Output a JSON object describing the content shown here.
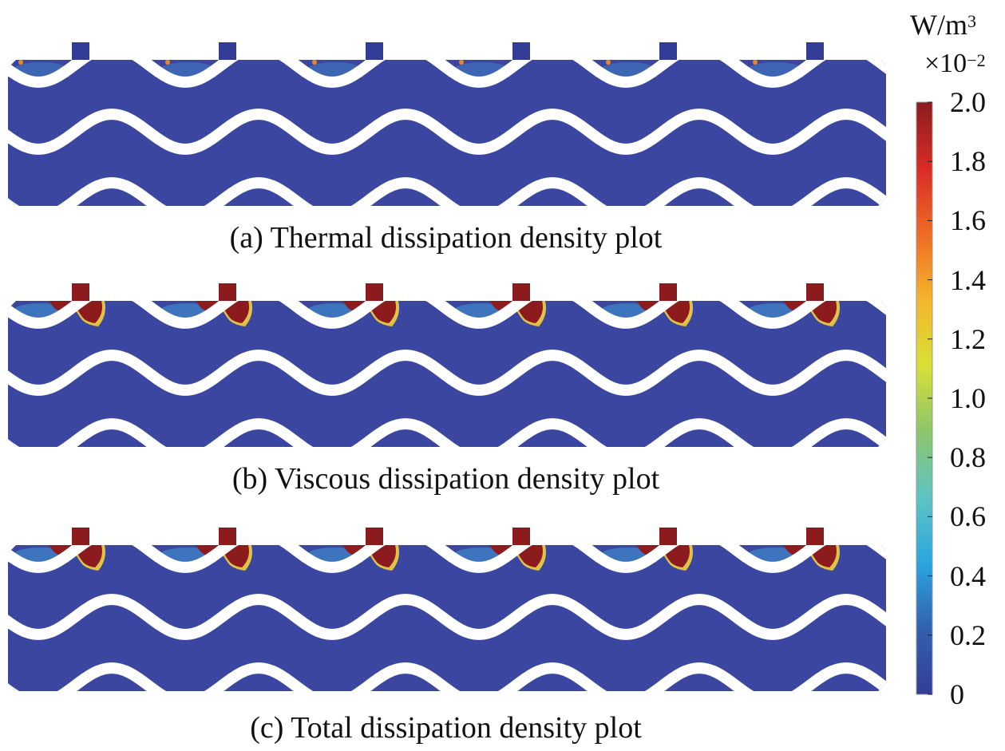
{
  "chart_data": {
    "type": "heatmap",
    "title": "",
    "colorbar": {
      "unit_base": "W/m",
      "unit_exp": "3",
      "scale_base": "×10",
      "scale_exp": "−2",
      "range": [
        0,
        2.0
      ],
      "tick_labels": [
        "2.0",
        "1.8",
        "1.6",
        "1.4",
        "1.2",
        "1.0",
        "0.8",
        "0.6",
        "0.4",
        "0.2",
        "0"
      ],
      "tick_values": [
        2.0,
        1.8,
        1.6,
        1.4,
        1.2,
        1.0,
        0.8,
        0.6,
        0.4,
        0.2,
        0
      ],
      "colors": [
        "#343d96",
        "#3161b0",
        "#2aa6df",
        "#5ec4c4",
        "#8cc66a",
        "#d9e035",
        "#f5b52a",
        "#ef6b24",
        "#d92b26",
        "#8c1b1e"
      ]
    },
    "panels": [
      {
        "caption": "(a) Thermal dissipation density plot",
        "inlet_level": 0.0,
        "hotspot_level": 0.0,
        "background_level": 0.05
      },
      {
        "caption": "(b) Viscous dissipation density plot",
        "inlet_level": 2.0,
        "hotspot_level": 2.0,
        "background_level": 0.02
      },
      {
        "caption": "(c) Total dissipation density plot",
        "inlet_level": 2.0,
        "hotspot_level": 2.0,
        "background_level": 0.05
      }
    ],
    "inlet_count": 6
  }
}
